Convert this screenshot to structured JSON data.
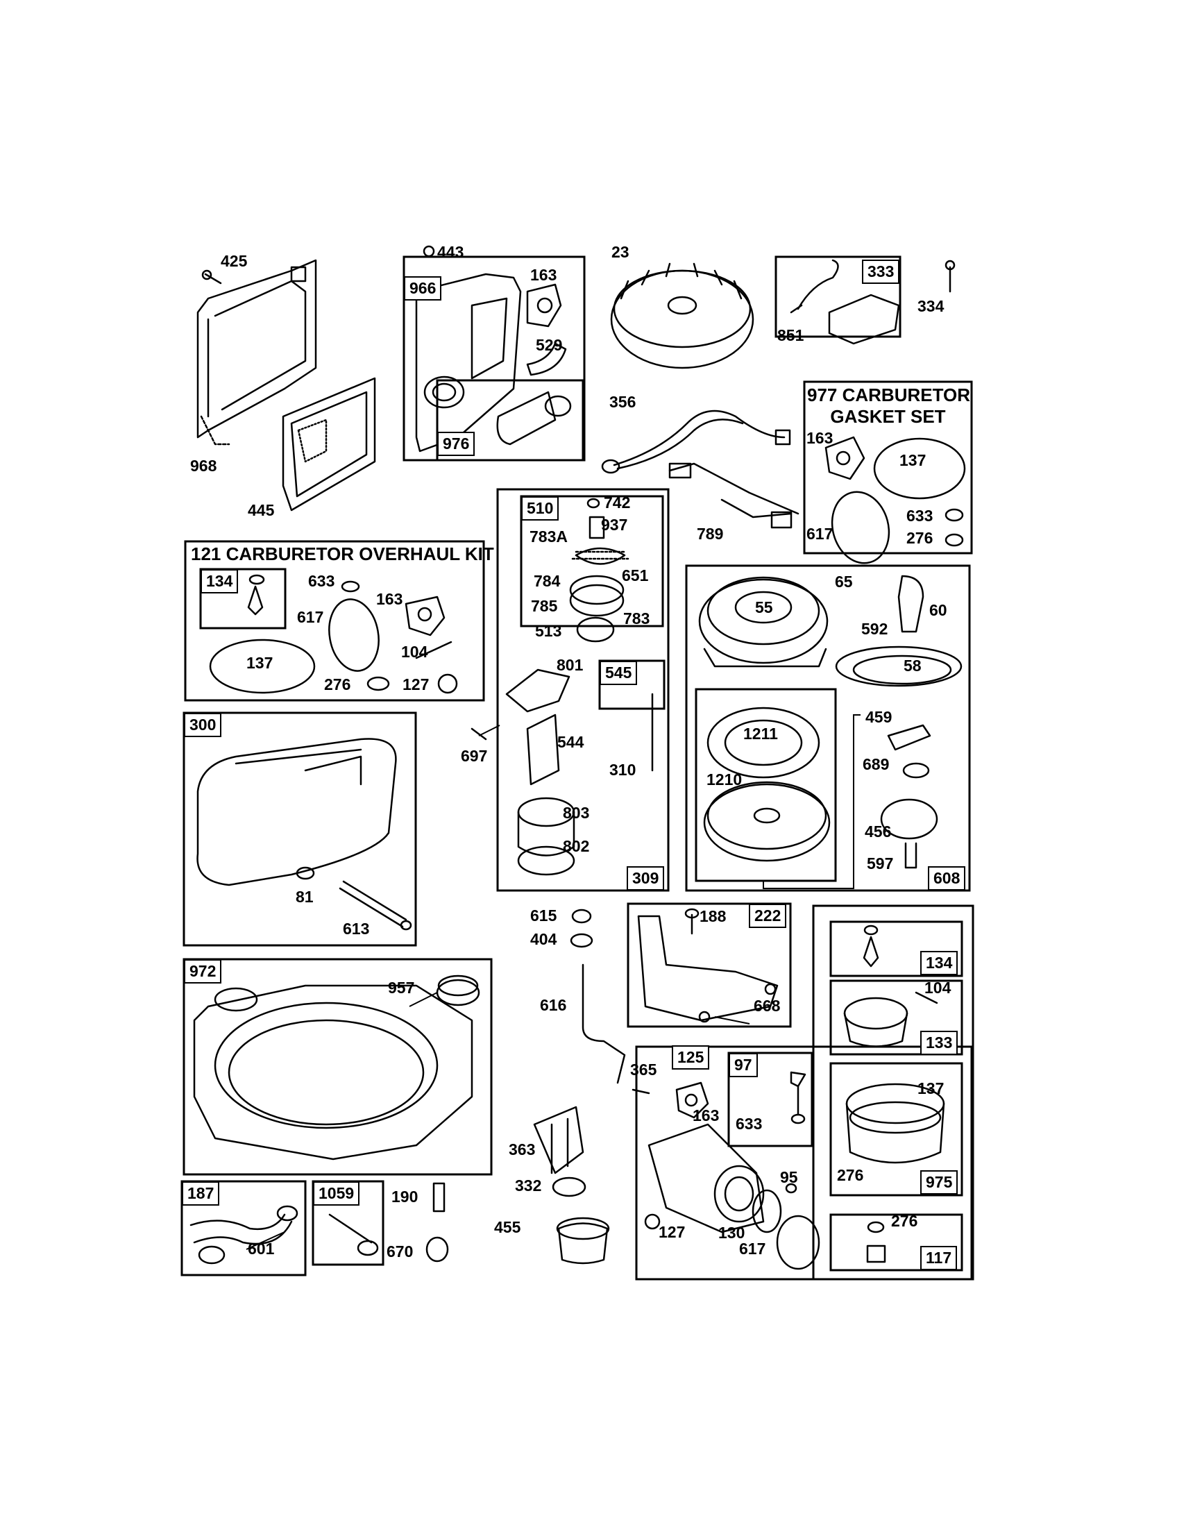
{
  "kit_titles": {
    "carb_overhaul": "121 CARBURETOR OVERHAUL KIT",
    "carb_gasket_line1": "977 CARBURETOR",
    "carb_gasket_line2": "GASKET SET"
  },
  "kit_numbers": {
    "k966": "966",
    "k976": "976",
    "k333": "333",
    "k510": "510",
    "k545": "545",
    "k309": "309",
    "k608": "608",
    "k134a": "134",
    "k300": "300",
    "k972": "972",
    "k187": "187",
    "k1059": "1059",
    "k222": "222",
    "k125": "125",
    "k97": "97",
    "k134b": "134",
    "k133": "133",
    "k975": "975",
    "k117": "117"
  },
  "part_labels": {
    "p425": "425",
    "p968": "968",
    "p445": "445",
    "p443": "443",
    "p163a": "163",
    "p529": "529",
    "p23": "23",
    "p851": "851",
    "p334": "334",
    "p356": "356",
    "p789": "789",
    "p163b": "163",
    "p137a": "137",
    "p617a": "617",
    "p633a": "633",
    "p276a": "276",
    "p742": "742",
    "p937": "937",
    "p783a": "783A",
    "p784": "784",
    "p651": "651",
    "p785": "785",
    "p513": "513",
    "p783": "783",
    "p801": "801",
    "p697": "697",
    "p544": "544",
    "p310": "310",
    "p803": "803",
    "p802": "802",
    "p633b": "633",
    "p163c": "163",
    "p617b": "617",
    "p104a": "104",
    "p137b": "137",
    "p276b": "276",
    "p127a": "127",
    "p65": "65",
    "p55": "55",
    "p60": "60",
    "p592": "592",
    "p58": "58",
    "p1211": "1211",
    "p1210": "1210",
    "p459": "459",
    "p689": "689",
    "p456": "456",
    "p597": "597",
    "p81": "81",
    "p613": "613",
    "p957": "957",
    "p615": "615",
    "p404": "404",
    "p616": "616",
    "p365": "365",
    "p363": "363",
    "p332": "332",
    "p455": "455",
    "p188": "188",
    "p668": "668",
    "p163d": "163",
    "p633c": "633",
    "p95": "95",
    "p127b": "127",
    "p130": "130",
    "p617c": "617",
    "p104b": "104",
    "p137c": "137",
    "p276c": "276",
    "p276d": "276",
    "p601": "601",
    "p190": "190",
    "p670": "670"
  }
}
